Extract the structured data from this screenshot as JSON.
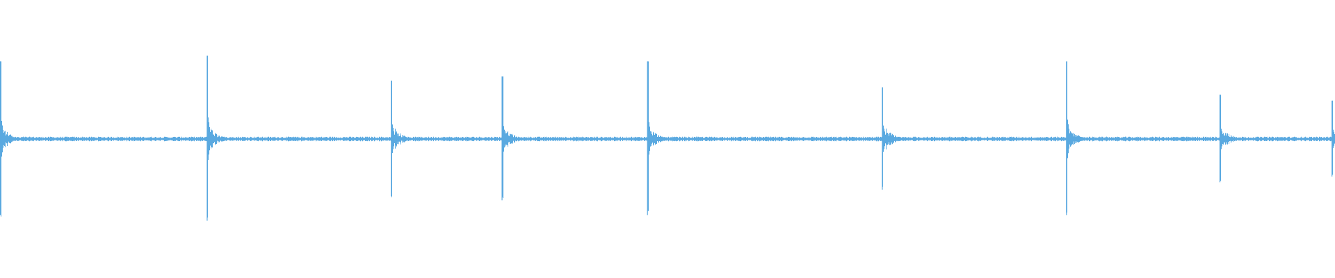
{
  "chart_data": {
    "type": "line",
    "title": "",
    "xlabel": "",
    "ylabel": "",
    "grid": false,
    "legend": "none",
    "color": "#5aa9e0",
    "ylim": [
      -1,
      1
    ],
    "xlim": [
      0,
      1
    ],
    "transients": [
      {
        "x": 0.0,
        "peak": 0.93
      },
      {
        "x": 0.155,
        "peak": 1.0
      },
      {
        "x": 0.293,
        "peak": 0.7
      },
      {
        "x": 0.376,
        "peak": 0.75
      },
      {
        "x": 0.485,
        "peak": 0.93
      },
      {
        "x": 0.661,
        "peak": 0.62
      },
      {
        "x": 0.799,
        "peak": 0.93
      },
      {
        "x": 0.914,
        "peak": 0.53
      },
      {
        "x": 0.998,
        "peak": 0.46
      }
    ],
    "noise_floor": 0.02
  }
}
